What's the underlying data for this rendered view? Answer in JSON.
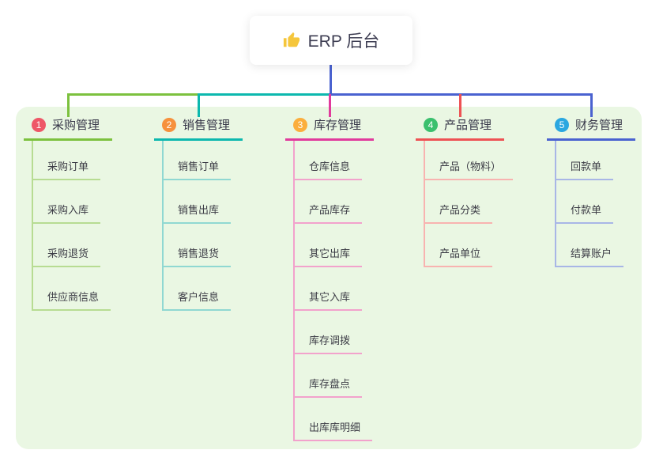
{
  "root": {
    "label": "ERP 后台",
    "icon": "thumbs-up-icon",
    "icon_color": "#f5c63c",
    "stem_color": "#4a62d0"
  },
  "branches": [
    {
      "num": "1",
      "label": "采购管理",
      "color": "#7cc13e",
      "light_color": "#b7dc92",
      "badge_color": "#ee5767",
      "children": [
        "采购订单",
        "采购入库",
        "采购退货",
        "供应商信息"
      ]
    },
    {
      "num": "2",
      "label": "销售管理",
      "color": "#0cb8ae",
      "light_color": "#90d8d2",
      "badge_color": "#f6913d",
      "children": [
        "销售订单",
        "销售出库",
        "销售退货",
        "客户信息"
      ]
    },
    {
      "num": "3",
      "label": "库存管理",
      "color": "#e13a9c",
      "light_color": "#f2a2cc",
      "badge_color": "#fbae3d",
      "children": [
        "仓库信息",
        "产品库存",
        "其它出库",
        "其它入库",
        "库存调拨",
        "库存盘点",
        "出库库明细"
      ]
    },
    {
      "num": "4",
      "label": "产品管理",
      "color": "#ee5254",
      "light_color": "#f8b3b0",
      "badge_color": "#3bc06e",
      "children": [
        "产品（物料）",
        "产品分类",
        "产品单位"
      ]
    },
    {
      "num": "5",
      "label": "财务管理",
      "color": "#4a62d0",
      "light_color": "#a8b6e6",
      "badge_color": "#2aa7e0",
      "children": [
        "回款单",
        "付款单",
        "结算账户"
      ]
    }
  ],
  "canvas": {
    "panel_color": "#eaf7e3",
    "background_color": "#ffffff"
  }
}
